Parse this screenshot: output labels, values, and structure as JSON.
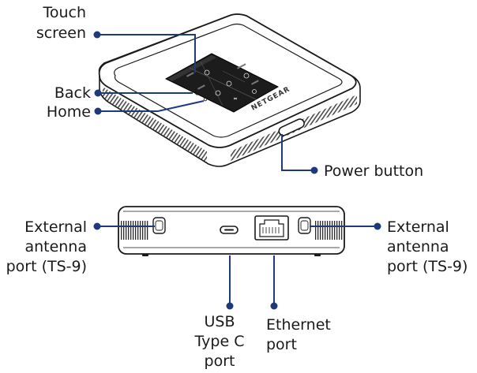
{
  "labels": {
    "touch_screen_1": "Touch",
    "touch_screen_2": "screen",
    "back": "Back",
    "home": "Home",
    "power_button": "Power button",
    "ext_left_1": "External",
    "ext_left_2": "antenna",
    "ext_left_3": "port (TS-9)",
    "ext_right_1": "External",
    "ext_right_2": "antenna",
    "ext_right_3": "port (TS-9)",
    "usb_1": "USB",
    "usb_2": "Type C",
    "usb_3": "port",
    "eth_1": "Ethernet",
    "eth_2": "port"
  },
  "device": {
    "brand": "NETGEAR"
  },
  "colors": {
    "callout": "#1f3a7a",
    "outline": "#1a1a1a",
    "screen": "#1c1c1c"
  }
}
